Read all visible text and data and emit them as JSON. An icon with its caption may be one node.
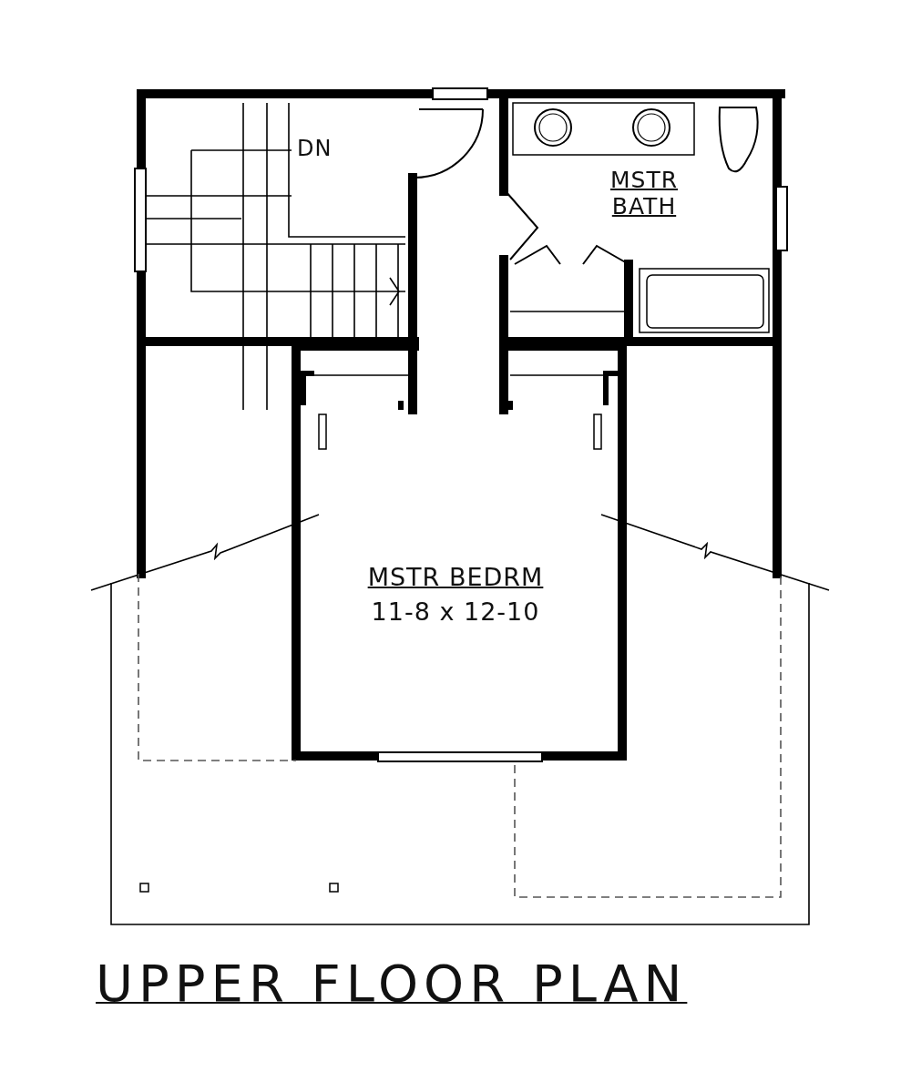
{
  "diagram": {
    "title": "UPPER FLOOR PLAN",
    "labels": [
      "DN",
      "MSTR BATH",
      "MSTR BEDRM",
      "11-8 x 12-10"
    ]
  }
}
